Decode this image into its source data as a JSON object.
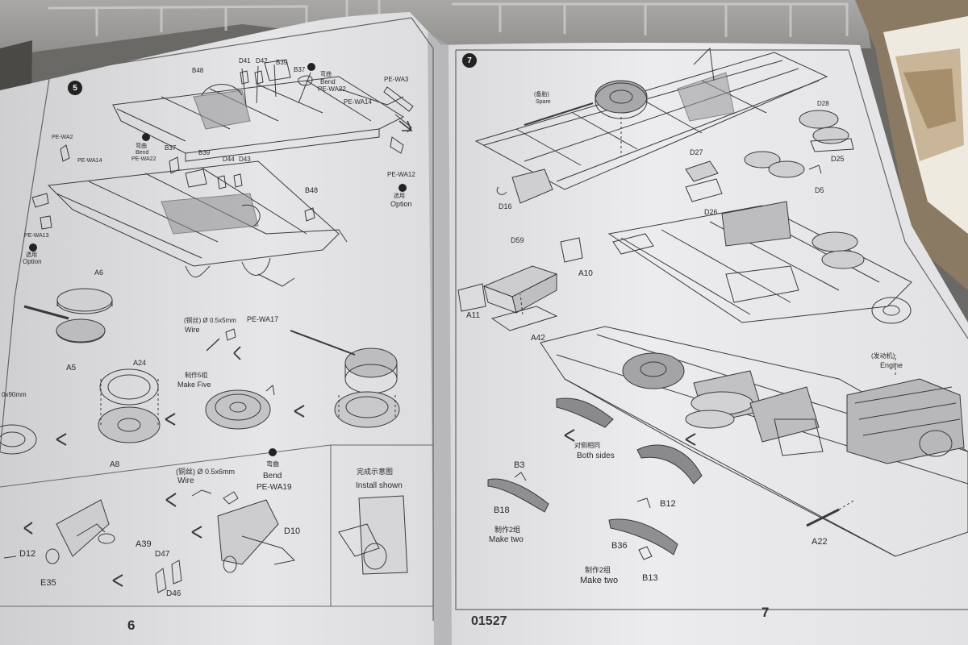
{
  "manual": {
    "kit_number": "01527",
    "left_page": {
      "page_number": "6",
      "step": "5",
      "labels": {
        "b48_top": "B48",
        "d41": "D41",
        "d42": "D42",
        "b39_top": "B39",
        "b37_top": "B37",
        "bend_cn_top": "弯曲",
        "bend_en_top": "Bend",
        "pe_wa22_top": "PE-WA22",
        "pe_wa3": "PE-WA3",
        "pe_wa14_top": "PE-WA14",
        "pe_wa2": "PE-WA2",
        "pe_wa14": "PE-WA14",
        "bend_cn2": "弯曲",
        "bend_en2": "Bend",
        "pe_wa22": "PE-WA22",
        "b37": "B37",
        "b39": "B39",
        "d44": "D44",
        "d43": "D43",
        "pe_wa12": "PE-WA12",
        "option_cn_r": "选用",
        "option_en_r": "Option",
        "b48": "B48",
        "pe_wa13": "PE-WA13",
        "option_cn_l": "选用",
        "option_en_l": "Option",
        "a6": "A6",
        "a5": "A5",
        "a24": "A24",
        "a8": "A8",
        "wire_spec_top": "(铜丝) Ø 0.5x5mm",
        "wire_top": "Wire",
        "pe_wa17": "PE-WA17",
        "make5_cn": "制作5组",
        "make5_en": "Make Five",
        "cut_spec": "0x90mm",
        "wire_spec_bottom": "(铜丝) Ø 0.5x6mm",
        "wire_bottom": "Wire",
        "bend_cn3": "弯曲",
        "bend_en3": "Bend",
        "pe_wa19": "PE-WA19",
        "d10": "D10",
        "d12": "D12",
        "a39": "A39",
        "e35": "E35",
        "d47": "D47",
        "d46": "D46",
        "install_cn": "完成示意图",
        "install_en": "Install shown"
      }
    },
    "right_page": {
      "page_number": "7",
      "step": "7",
      "labels": {
        "spare_cn": "(备胎)",
        "spare_en": "Spare",
        "d28": "D28",
        "d27": "D27",
        "d25": "D25",
        "d5": "D5",
        "d16": "D16",
        "d26": "D26",
        "d59": "D59",
        "a10": "A10",
        "a11": "A11",
        "a42": "A42",
        "engine_cn": "(发动机)",
        "engine_en": "Engine",
        "both_sides_cn": "对侧相同",
        "both_sides_en": "Both sides",
        "b3": "B3",
        "b18": "B18",
        "make_two_cn1": "制作2组",
        "make_two_en1": "Make two",
        "b12": "B12",
        "b36": "B36",
        "make_two_cn2": "制作2组",
        "make_two_en2": "Make two",
        "b13": "B13",
        "a22": "A22"
      }
    }
  }
}
